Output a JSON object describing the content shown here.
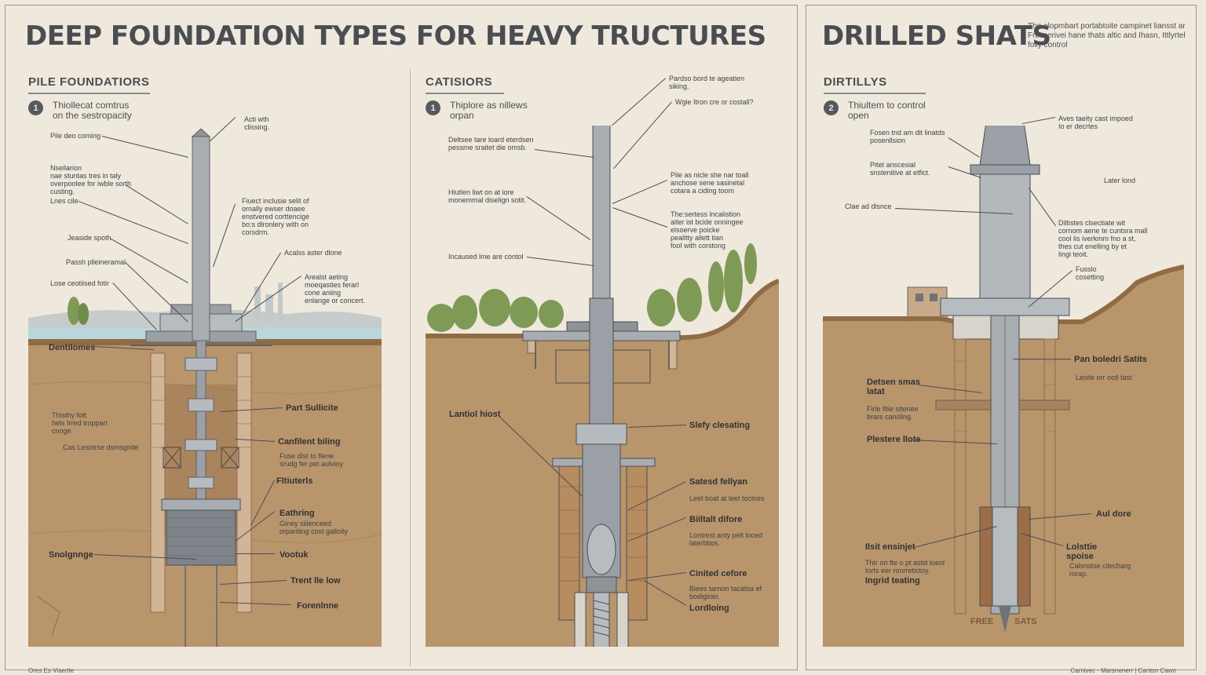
{
  "main_title": "DEEP FOUNDATION TYPES FOR HEAVY TRUCTURES",
  "right_title": "DRILLED SHATS",
  "right_blurb": "The elopmbart portabtoite campinet liansst ar Fresserivei hane thats altic and Ihasn, Ittlyrtel folly control",
  "footer_left": "Ores Es Viaerite",
  "footer_right": "Carnivec · Marsnenerr | Canton Cawn",
  "sections": [
    {
      "title": "PILE FOUNDATIORS",
      "num": "1",
      "text": "Thiollecat comtrus\non the sestropacity"
    },
    {
      "title": "CATISIORS",
      "num": "1",
      "text": "Thiplore as nillews\norpan"
    },
    {
      "title": "DIRTILLYS",
      "num": "2",
      "text": "Thiultem to control\nopen"
    }
  ],
  "labels": {
    "pile": [
      "Acti wth\nclissing.",
      "Pile deo coming",
      "Nseilarion\nnae stuntas tres in taly\noverpoolee for iwble sorth\ncusting.",
      "Lnes cile",
      "Fiuect inclusie selit of\nornally ewser doaee\nenstvered corttencige\nbo:s dlronlery with on\ncorsdrm.",
      "Jeaside spoth",
      "Acalss aster dlone",
      "Passh plleineramal",
      "Arealst aeting\nmoeqasties ferarl\ncone aniing\nenlange or concert.",
      "Lose ceotiised fotir",
      "Dentilomes",
      "Part Sullicite",
      "Thisthy fott\nhels Irred troppari\ncnoge.",
      "Canfilent biling",
      "Fuse disr to flene\nsrudg fer pet aulvioy",
      "Cas Lesotrse dsmsgnite",
      "Fltiuterls",
      "Eathring",
      "Giney siilenceed\norpariting cost galloity",
      "Snolgnnge",
      "Vootuk",
      "Trent lle low",
      "Forenlnne"
    ],
    "caisson": [
      "Pardso bord te ageatien\nsiking.",
      "Wgie Itron cre or costall?",
      "Deltsee tare loard eterdsen\npessme sraitet die omsb.",
      "Hiutlen liwt on at iore\nmonemmal diselign sotit.",
      "Pile as nicle she nar toall\nanchose sene sasinetal\ncotara a ciding toom",
      "The:sertess lncalistion\naiter ist bcide onningee\nelsoerve poicke\npealitty allett tian\nfool with corstong",
      "Incaused lme are contol",
      "Lantiol hiost",
      "Slefy clesating",
      "Satesd fellyan",
      "Leet boat at leet toclnes",
      "Biiltalt difore",
      "Lontrest anty pelt loced\nlaterbtios.",
      "Cinited cefore",
      "Biees tarnon tacatsa ef\nbodiglrier.",
      "Lordloing"
    ],
    "drilled": [
      "Aves taeity cast impoed\nIo er decrtes",
      "Fosen tnd am dit linatds\nposenllsion",
      "Pitet anscesial\nsnstenitive at etfict.",
      "Later lond",
      "Clae ad dlsnce",
      "Diltistes clsectiate wit\ncornom aene te cuntsra mall\ncool lis iverkmm fno a st,\nthes cut enelling by et\nlingi teoit.",
      "Fusslo\ncosetting",
      "Pan boledri Satits",
      "Lesite orr ootl tast",
      "Detsen smas\nlatat",
      "Firle fitie sitenee\nbrars cansling.",
      "Plestere llote",
      "Aul dore",
      "Lolsttie\nspoise",
      "Ilsit ensinjet",
      "Thtr on fte o pt astiit loenl\nIorts eer ronrretictoy.",
      "Calsnstse cilecharg\nrorap.",
      "Ingrid teating",
      "FREE",
      "SATS"
    ]
  },
  "colors": {
    "background": "#efe9dd",
    "soil": "#b8956a",
    "soil_dark": "#8f6c44",
    "water": "#b9d6dc",
    "steel": "#a7adb1",
    "steel_dark": "#6d7377",
    "sky": "#e7e4dc",
    "tree": "#7e9a55"
  }
}
